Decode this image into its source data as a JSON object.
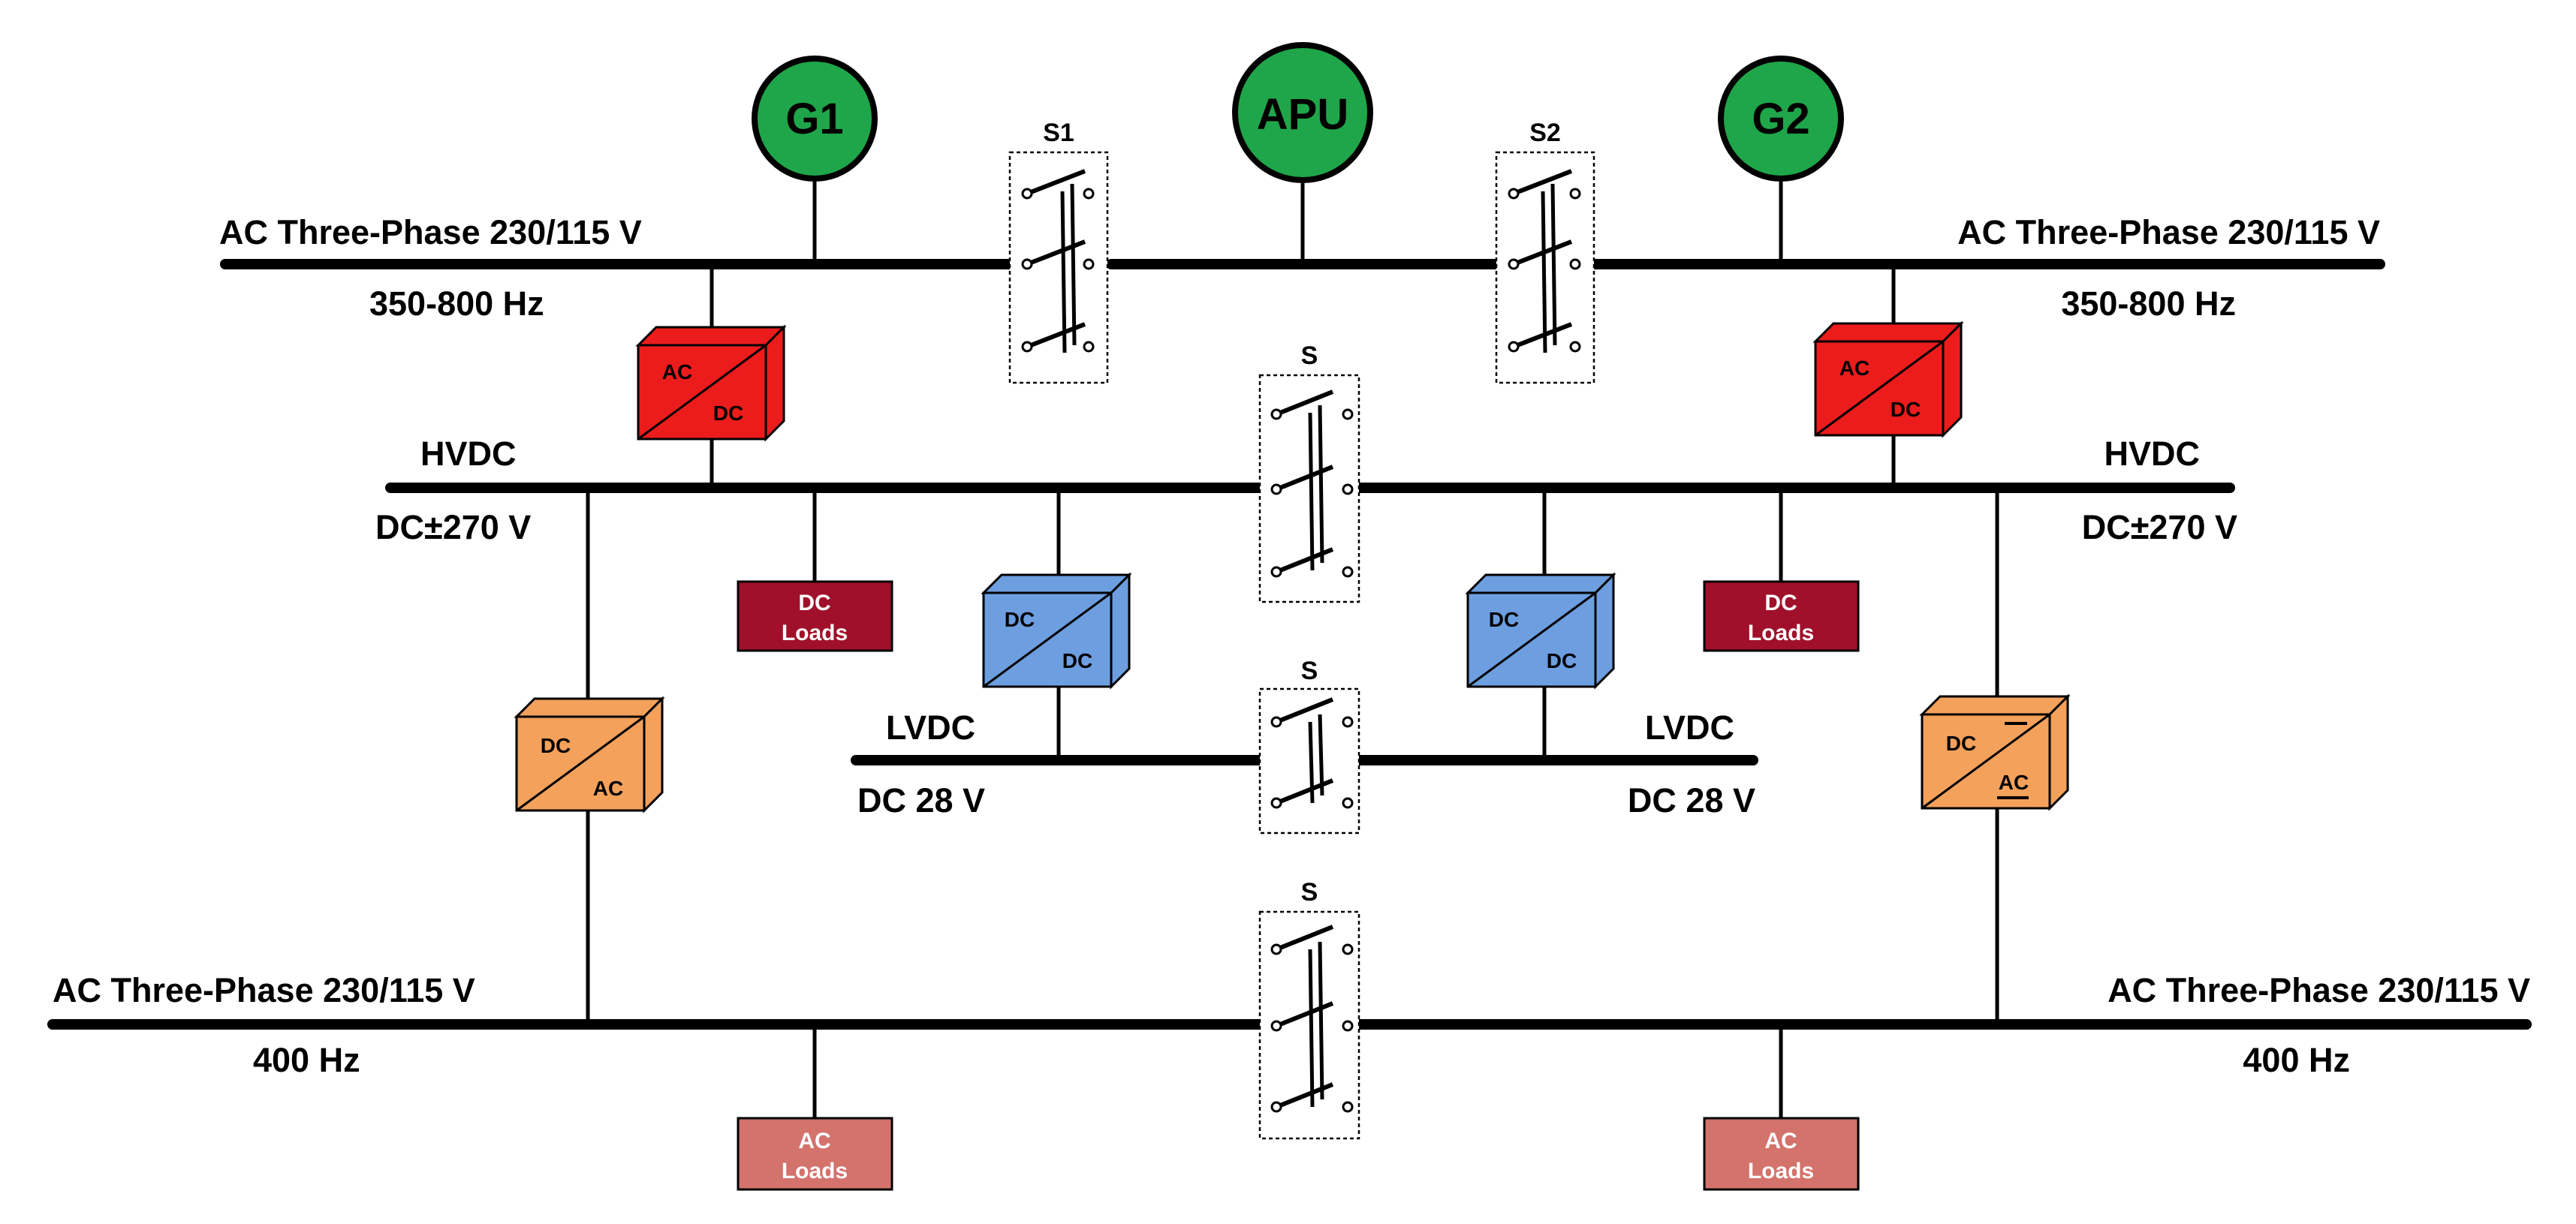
{
  "generators": [
    {
      "id": "g1",
      "label": "G1",
      "color": "#1fa64a"
    },
    {
      "id": "apu",
      "label": "APU",
      "color": "#1fa64a"
    },
    {
      "id": "g2",
      "label": "G2",
      "color": "#1fa64a"
    }
  ],
  "buses": {
    "ac_top_left": {
      "name": "AC Three-Phase 230/115 V",
      "freq": "350-800 Hz"
    },
    "ac_top_right": {
      "name": "AC Three-Phase 230/115 V",
      "freq": "350-800 Hz"
    },
    "hvdc_left": {
      "name": "HVDC",
      "voltage": "DC±270 V"
    },
    "hvdc_right": {
      "name": "HVDC",
      "voltage": "DC±270 V"
    },
    "lvdc_left": {
      "name": "LVDC",
      "voltage": "DC 28 V"
    },
    "lvdc_right": {
      "name": "LVDC",
      "voltage": "DC 28 V"
    },
    "ac_bottom_left": {
      "name": "AC Three-Phase 230/115 V",
      "freq": "400 Hz"
    },
    "ac_bottom_right": {
      "name": "AC Three-Phase 230/115 V",
      "freq": "400 Hz"
    }
  },
  "switches": {
    "s1": "S1",
    "s2": "S2",
    "s_hvdc": "S",
    "s_lvdc": "S",
    "s_ac": "S"
  },
  "converters": {
    "acdc_left": {
      "top": "AC",
      "bottom": "DC",
      "color": "#ec1c1c"
    },
    "acdc_right": {
      "top": "AC",
      "bottom": "DC",
      "color": "#ec1c1c"
    },
    "dcdc_left": {
      "top": "DC",
      "bottom": "DC",
      "color": "#6d9ee0"
    },
    "dcdc_right": {
      "top": "DC",
      "bottom": "DC",
      "color": "#6d9ee0"
    },
    "dcac_left": {
      "top": "DC",
      "bottom": "AC",
      "color": "#f4a15c"
    },
    "dcac_right": {
      "top": "DC",
      "bottom": "AC",
      "color": "#f4a15c"
    }
  },
  "loads": {
    "dc_left": {
      "line1": "DC",
      "line2": "Loads",
      "color": "#a0102a"
    },
    "dc_right": {
      "line1": "DC",
      "line2": "Loads",
      "color": "#a0102a"
    },
    "ac_left": {
      "line1": "AC",
      "line2": "Loads",
      "color": "#d4726c"
    },
    "ac_right": {
      "line1": "AC",
      "line2": "Loads",
      "color": "#d4726c"
    }
  }
}
